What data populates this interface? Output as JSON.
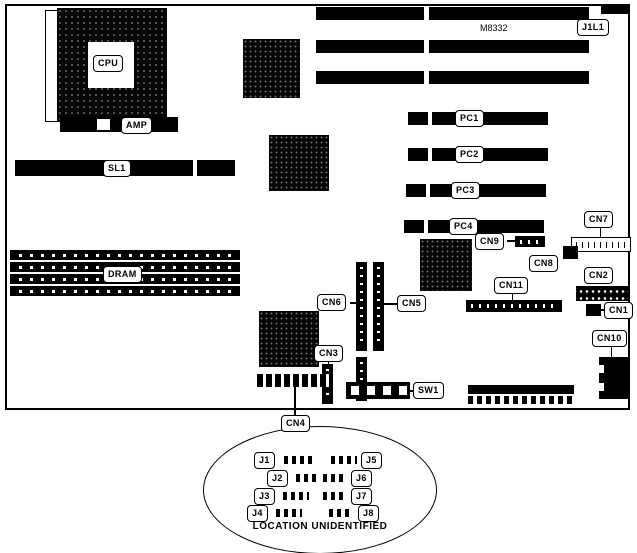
{
  "board": {
    "model_text": "M8332",
    "cpu_label": "CPU",
    "amp_label": "AMP",
    "sl1_label": "SL1",
    "dram_label": "DRAM",
    "pci_labels": [
      "PC1",
      "PC2",
      "PC3",
      "PC4"
    ],
    "connector_labels": {
      "j1l1": "J1L1",
      "cn1": "CN1",
      "cn2": "CN2",
      "cn3": "CN3",
      "cn4": "CN4",
      "cn5": "CN5",
      "cn6": "CN6",
      "cn7": "CN7",
      "cn8": "CN8",
      "cn9": "CN9",
      "cn10": "CN10",
      "cn11": "CN11",
      "sw1": "SW1"
    }
  },
  "legend": {
    "caption": "LOCATION UNIDENTIFIED",
    "jumper_labels": [
      "J1",
      "J2",
      "J3",
      "J4",
      "J5",
      "J6",
      "J7",
      "J8"
    ]
  }
}
